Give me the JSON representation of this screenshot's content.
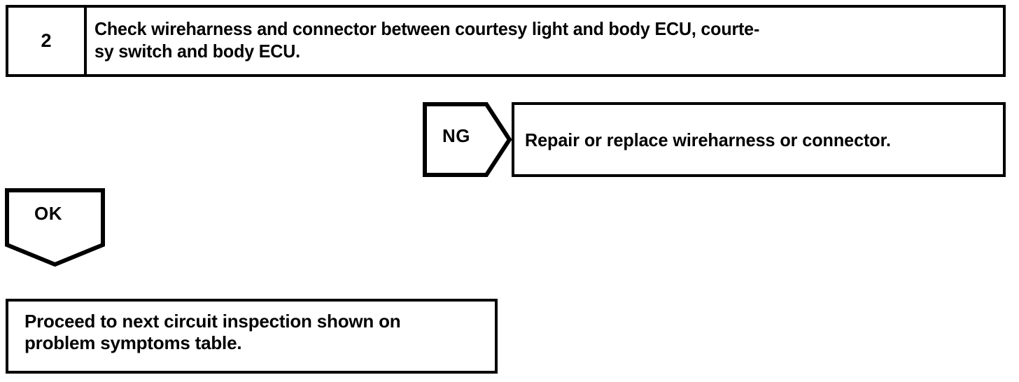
{
  "diagram": {
    "type": "troubleshooting-flowchart",
    "ink_color": "#000000",
    "background_color": "#ffffff"
  },
  "step": {
    "number": "2",
    "instruction": "Check wireharness and connector between courtesy light and body ECU, courte-\nsy switch and body ECU."
  },
  "branch_ng": {
    "label": "NG",
    "result": "Repair or replace wireharness or connector."
  },
  "branch_ok": {
    "label": "OK",
    "result": "Proceed to next circuit inspection shown on\nproblem symptoms table."
  }
}
